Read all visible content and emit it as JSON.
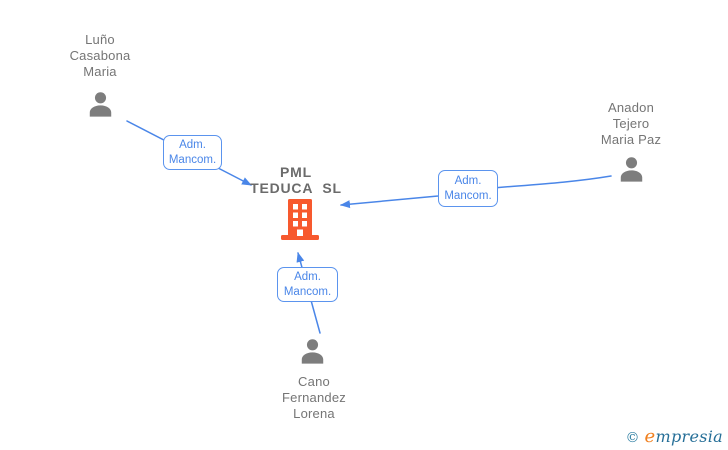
{
  "diagram": {
    "company": {
      "name": "PML TEDUCA SL",
      "name_lines": [
        "PML",
        "TEDUCA SL"
      ]
    },
    "persons": [
      {
        "name": "Luño Casabona Maria",
        "name_lines": [
          "Luño",
          "Casabona",
          "Maria"
        ]
      },
      {
        "name": "Anadon Tejero Maria Paz",
        "name_lines": [
          "Anadon",
          "Tejero",
          "Maria Paz"
        ]
      },
      {
        "name": "Cano Fernandez Lorena",
        "name_lines": [
          "Cano",
          "Fernandez",
          "Lorena"
        ]
      }
    ],
    "edges": [
      {
        "from": "Luño Casabona Maria",
        "to": "PML TEDUCA SL",
        "label_lines": [
          "Adm.",
          "Mancom."
        ]
      },
      {
        "from": "Anadon Tejero Maria Paz",
        "to": "PML TEDUCA SL",
        "label_lines": [
          "Adm.",
          "Mancom."
        ]
      },
      {
        "from": "Cano Fernandez Lorena",
        "to": "PML TEDUCA SL",
        "label_lines": [
          "Adm.",
          "Mancom."
        ]
      }
    ],
    "colors": {
      "edge_blue": "#4a86e8",
      "building_orange": "#f7592e",
      "person_gray": "#7d7d7d",
      "person_text_gray": "#757575",
      "company_text_gray": "#6b6b6b",
      "logo_blue": "#266f98",
      "logo_orange": "#f08020"
    }
  },
  "footer": {
    "copyright_symbol": "©",
    "brand_first_letter": "e",
    "brand_rest": "mpresia"
  }
}
